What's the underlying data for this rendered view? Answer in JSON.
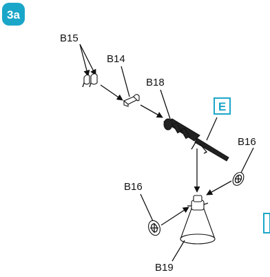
{
  "step": {
    "label": "3a"
  },
  "callout": {
    "label": "E"
  },
  "parts": {
    "b15": "B15",
    "b14": "B14",
    "b18": "B18",
    "b16_right": "B16",
    "b16_left": "B16",
    "b19": "B19"
  },
  "colors": {
    "accent": "#1aa6c8",
    "ink": "#111111"
  }
}
